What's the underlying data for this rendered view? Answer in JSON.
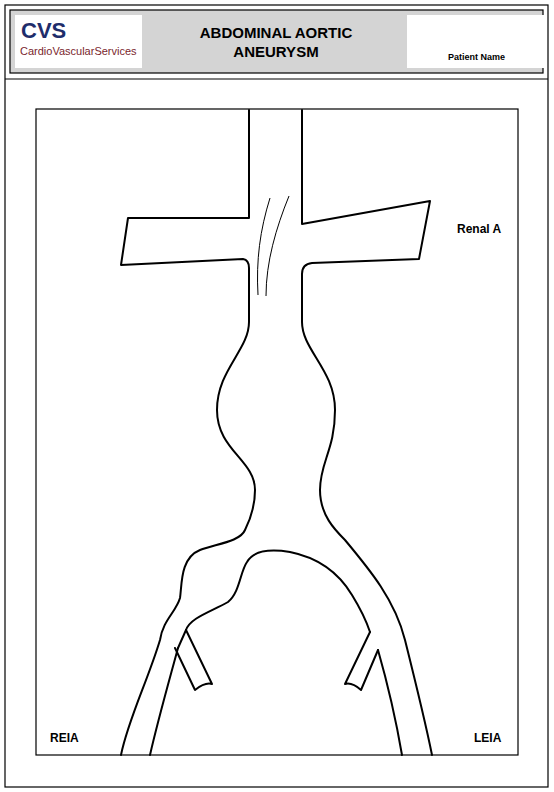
{
  "diagram": {
    "title": "ABDOMINAL AORTIC ANEURYSM",
    "nodes": [
      {
        "text": [
          "CVS",
          "CardioVascularServices"
        ]
      },
      {
        "text": [
          "Patient Name"
        ]
      }
    ],
    "labels": [
      "Renal A",
      "REIA",
      "LEIA"
    ]
  }
}
